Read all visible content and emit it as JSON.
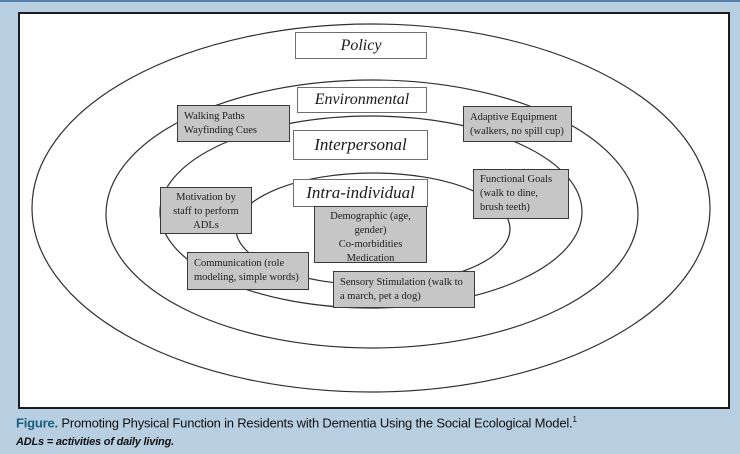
{
  "colors": {
    "page_bg": "#b8cee1",
    "top_edge": "#5580ab",
    "panel_bg": "#ffffff",
    "panel_border": "#1c1c1c",
    "ellipse_stroke": "#2f2f2f",
    "gray_box_bg": "#c6c6c6",
    "gray_box_border": "#3a3a3a",
    "label_box_border": "#6e6e6e",
    "figure_label_color": "#1c5f80",
    "caption_color": "#121212"
  },
  "figure": {
    "rings": [
      {
        "label": "Policy"
      },
      {
        "label": "Environmental"
      },
      {
        "label": "Interpersonal"
      },
      {
        "label": "Intra-individual"
      }
    ],
    "boxes": [
      {
        "name": "walking-paths",
        "lines": [
          "Walking Paths",
          "Wayfinding Cues"
        ]
      },
      {
        "name": "adaptive-equipment",
        "lines": [
          "Adaptive Equipment",
          "(walkers, no spill cup)"
        ]
      },
      {
        "name": "motivation",
        "lines": [
          "Motivation by",
          "staff to perform",
          "ADLs"
        ]
      },
      {
        "name": "functional-goals",
        "lines": [
          "Functional Goals",
          "(walk to dine,",
          "brush teeth)"
        ]
      },
      {
        "name": "demographic",
        "lines": [
          "Demographic (age,",
          "gender)",
          "Co-morbidities",
          "Medication"
        ]
      },
      {
        "name": "communication",
        "lines": [
          "Communication (role",
          "modeling, simple words)"
        ]
      },
      {
        "name": "sensory-stimulation",
        "lines": [
          "Sensory Stimulation (walk to",
          "a march, pet a dog)"
        ]
      }
    ]
  },
  "caption": {
    "label": "Figure.",
    "title": " Promoting Physical Function in Residents with Dementia Using the Social Ecological Model.",
    "reference": "1",
    "footnote": "ADLs = activities of daily living."
  }
}
